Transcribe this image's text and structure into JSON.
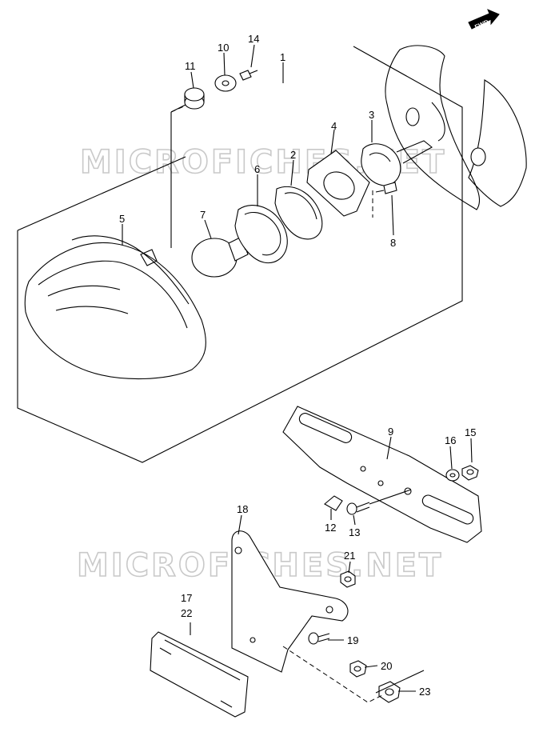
{
  "watermarks": [
    "MICROFICHES.NET",
    "MICROFICHES.NET"
  ],
  "fwd_label": "FWD",
  "callouts": {
    "c1": "1",
    "c2": "2",
    "c3": "3",
    "c4": "4",
    "c5": "5",
    "c6": "6",
    "c7": "7",
    "c8": "8",
    "c9": "9",
    "c10": "10",
    "c11": "11",
    "c12": "12",
    "c13": "13",
    "c14": "14",
    "c15": "15",
    "c16": "16",
    "c17": "17",
    "c18": "18",
    "c19": "19",
    "c20": "20",
    "c21": "21",
    "c22": "22",
    "c23": "23"
  }
}
